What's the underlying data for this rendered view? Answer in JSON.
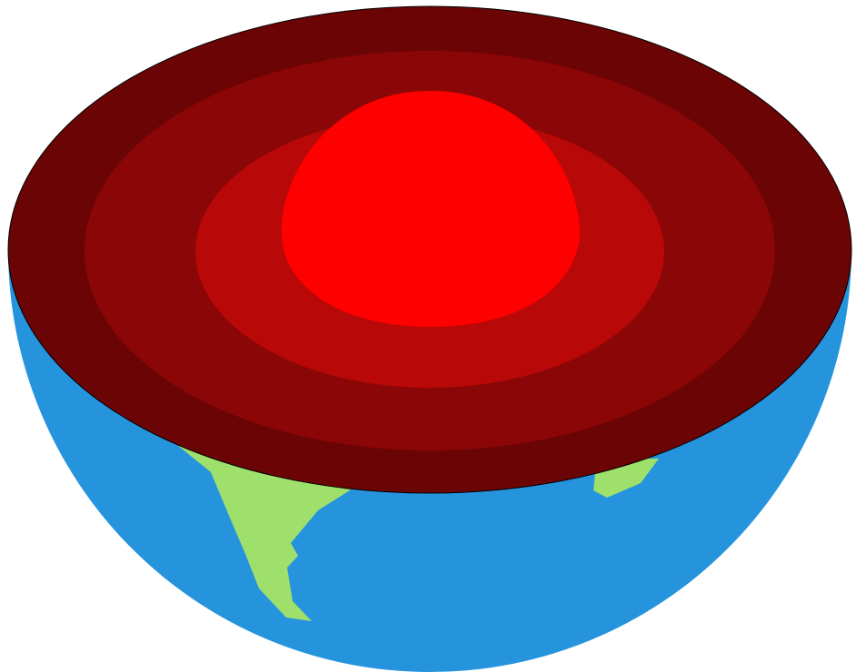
{
  "diagram": {
    "subject": "earth-layers-cutaway",
    "layers": [
      {
        "key": "crust",
        "color": "#6b0404"
      },
      {
        "key": "upper-mantle",
        "color": "#8b0606"
      },
      {
        "key": "lower-mantle",
        "color": "#b80808"
      },
      {
        "key": "core",
        "color": "#ff0000"
      }
    ],
    "colors": {
      "ocean": "#2694dd",
      "land": "#9fe06c",
      "outline": "#000000",
      "background": "#ffffff"
    }
  }
}
